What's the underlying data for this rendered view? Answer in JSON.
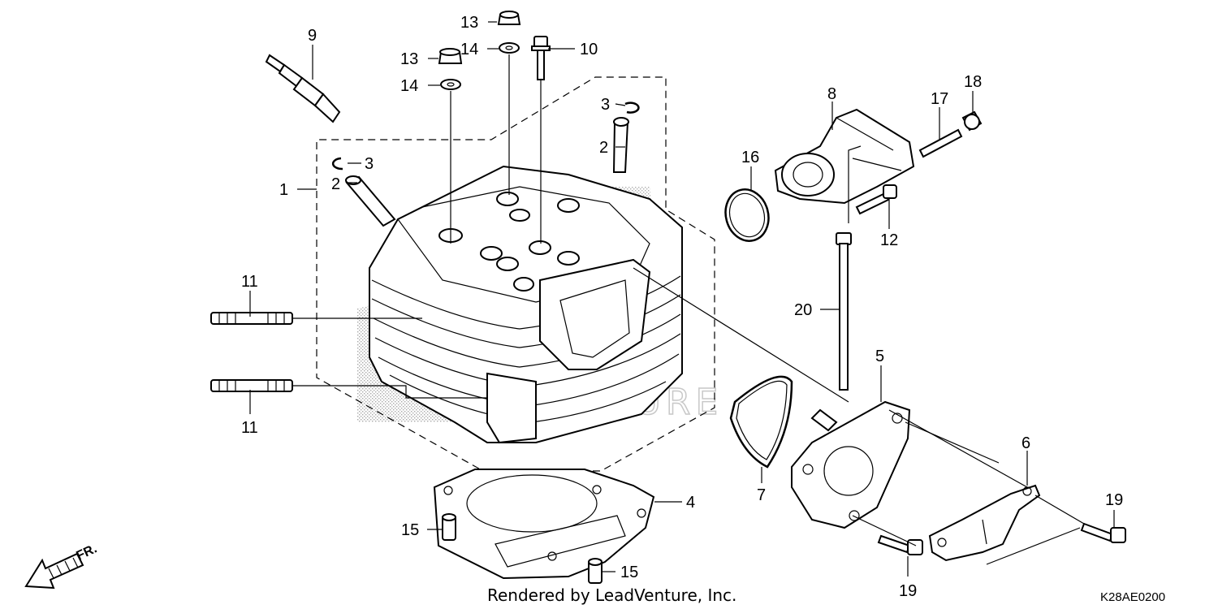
{
  "callouts": [
    {
      "id": "c1",
      "label": "1"
    },
    {
      "id": "c2a",
      "label": "2"
    },
    {
      "id": "c2b",
      "label": "2"
    },
    {
      "id": "c3a",
      "label": "3"
    },
    {
      "id": "c3b",
      "label": "3"
    },
    {
      "id": "c4",
      "label": "4"
    },
    {
      "id": "c5",
      "label": "5"
    },
    {
      "id": "c6",
      "label": "6"
    },
    {
      "id": "c7",
      "label": "7"
    },
    {
      "id": "c8",
      "label": "8"
    },
    {
      "id": "c9",
      "label": "9"
    },
    {
      "id": "c10",
      "label": "10"
    },
    {
      "id": "c11a",
      "label": "11"
    },
    {
      "id": "c11b",
      "label": "11"
    },
    {
      "id": "c12",
      "label": "12"
    },
    {
      "id": "c13a",
      "label": "13"
    },
    {
      "id": "c13b",
      "label": "13"
    },
    {
      "id": "c14a",
      "label": "14"
    },
    {
      "id": "c14b",
      "label": "14"
    },
    {
      "id": "c15a",
      "label": "15"
    },
    {
      "id": "c15b",
      "label": "15"
    },
    {
      "id": "c16",
      "label": "16"
    },
    {
      "id": "c17",
      "label": "17"
    },
    {
      "id": "c18",
      "label": "18"
    },
    {
      "id": "c19a",
      "label": "19"
    },
    {
      "id": "c19b",
      "label": "19"
    },
    {
      "id": "c20",
      "label": "20"
    }
  ],
  "footer": {
    "credit": "Rendered by LeadVenture, Inc."
  },
  "diagram_code": "K28AE0200",
  "direction_label": "FR.",
  "watermark": "VENTURE",
  "colors": {
    "ink": "#000000",
    "background": "#ffffff",
    "halftone": "#9a9a9a",
    "watermark": "#c8c8c8"
  }
}
